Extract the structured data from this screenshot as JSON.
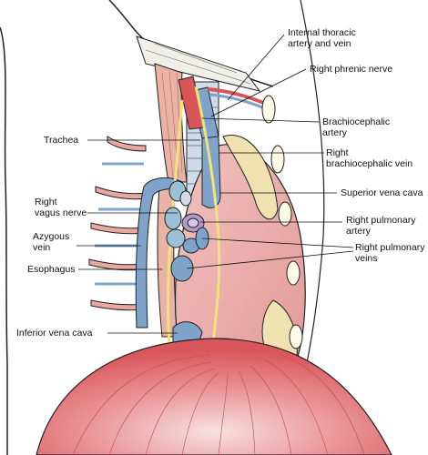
{
  "labels": {
    "internal_thoracic": {
      "line1": "Internal thoracic",
      "line2": "artery and vein"
    },
    "right_phrenic_nerve": "Right phrenic nerve",
    "brachiocephalic_artery": {
      "line1": "Brachiocephalic",
      "line2": "artery"
    },
    "trachea": "Trachea",
    "right_brachiocephalic_vein": {
      "line1": "Right",
      "line2": "brachiocephalic vein"
    },
    "superior_vena_cava": "Superior vena cava",
    "right_vagus_nerve": {
      "line1": "Right",
      "line2": "vagus nerve"
    },
    "right_pulmonary_artery": {
      "line1": "Right pulmonary",
      "line2": "artery"
    },
    "azygous_vein": {
      "line1": "Azygous",
      "line2": "vein"
    },
    "right_pulmonary_veins": {
      "line1": "Right pulmonary",
      "line2": "veins"
    },
    "esophagus": "Esophagus",
    "inferior_vena_cava": "Inferior vena cava"
  },
  "colors": {
    "vein_blue": "#7fa3c9",
    "artery_red": "#d9555a",
    "nerve_yellow": "#f3e27a",
    "pericardium_pink": "#e9a8a6",
    "fat_cream": "#efe2b0",
    "diaphragm_red": "#e38a8c",
    "muscle_pink": "#e8b2a5",
    "outline": "#222222"
  }
}
